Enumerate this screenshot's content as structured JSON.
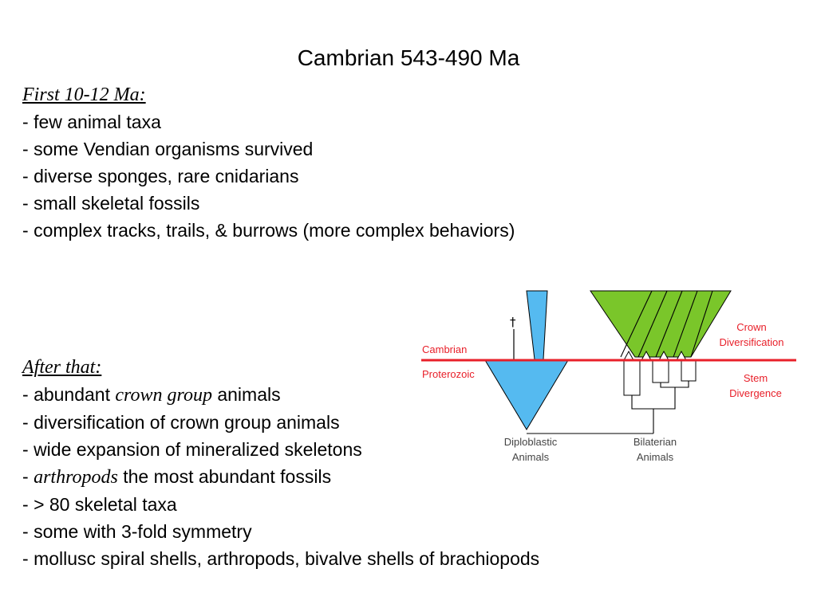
{
  "title": "Cambrian 543-490 Ma",
  "section1": {
    "heading": "First 10-12 Ma:",
    "items": [
      "few animal taxa",
      "some Vendian organisms survived",
      "diverse sponges, rare cnidarians",
      "small skeletal fossils",
      "complex tracks, trails, & burrows (more complex behaviors)"
    ]
  },
  "section2": {
    "heading": "After that:",
    "item1": {
      "pre": "abundant",
      "em": "crown group",
      "post": "animals"
    },
    "item2": "diversification of crown group animals",
    "item3": "wide expansion of mineralized skeletons",
    "item4": {
      "em": "arthropods",
      "post": "the most abundant fossils"
    },
    "item5": "> 80 skeletal taxa",
    "item6": "some with 3-fold symmetry",
    "item7": "mollusc spiral shells, arthropods, bivalve shells of brachiopods"
  },
  "diagram": {
    "label_cambrian": "Cambrian",
    "label_proterozoic": "Proterozoic",
    "label_crown_1": "Crown",
    "label_crown_2": "Diversification",
    "label_stem_1": "Stem",
    "label_stem_2": "Divergence",
    "label_diplo_1": "Diploblastic",
    "label_diplo_2": "Animals",
    "label_bilat_1": "Bilaterian",
    "label_bilat_2": "Animals",
    "extinct_mark": "†",
    "colors": {
      "boundary": "#e8202a",
      "diploblast": "#55baf0",
      "crown": "#7ac62a"
    }
  }
}
